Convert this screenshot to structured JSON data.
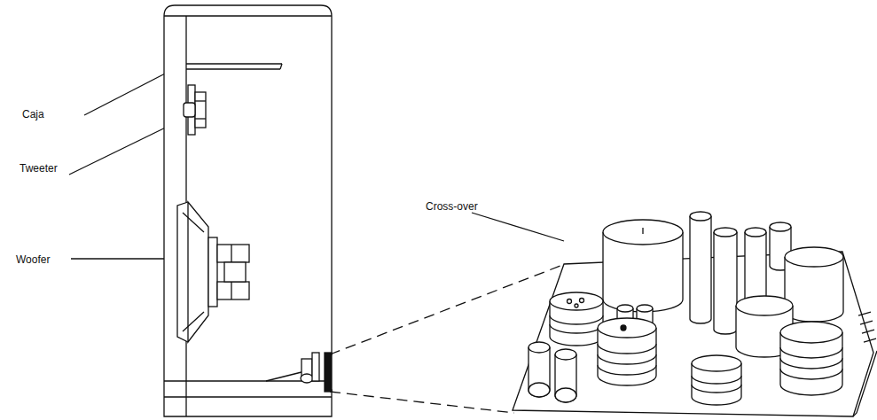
{
  "diagram": {
    "labels": [
      "Caja",
      "Tweeter",
      "Woofer",
      "Cross-over"
    ]
  }
}
